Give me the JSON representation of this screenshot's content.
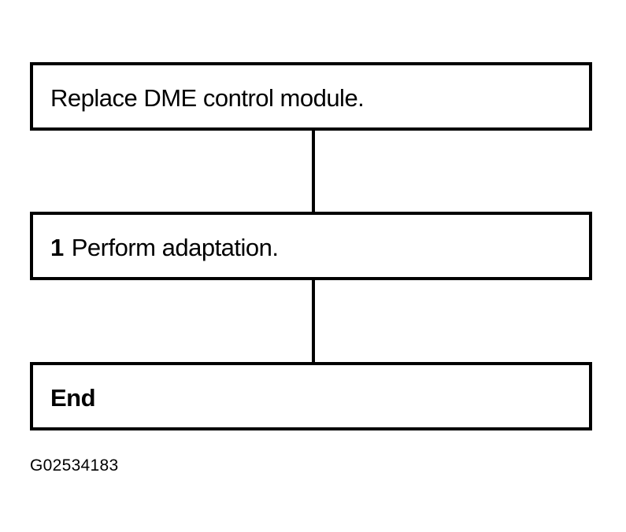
{
  "flowchart": {
    "steps": [
      {
        "number": "",
        "text": "Replace DME control module."
      },
      {
        "number": "1",
        "text": "Perform adaptation."
      },
      {
        "number": "",
        "text": "End"
      }
    ]
  },
  "figure_code": "G02534183"
}
